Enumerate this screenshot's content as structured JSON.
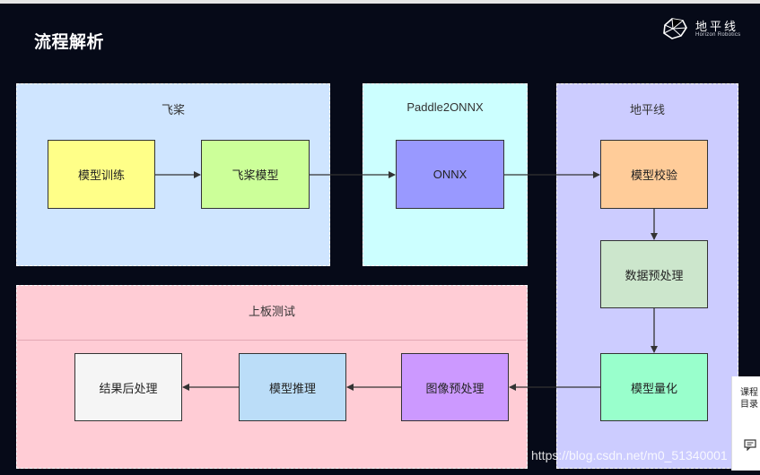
{
  "page": {
    "title": "流程解析"
  },
  "logo": {
    "text_cn": "地平线",
    "text_en": "Horizon Robotics"
  },
  "groups": {
    "paddle": "飞桨",
    "paddle2onnx": "Paddle2ONNX",
    "horizon": "地平线",
    "board": "上板测试"
  },
  "nodes": {
    "train": "模型训练",
    "paddle_model": "飞桨模型",
    "onnx": "ONNX",
    "check": "模型校验",
    "preprocess": "数据预处理",
    "quantize": "模型量化",
    "image_preprocess": "图像预处理",
    "inference": "模型推理",
    "postprocess": "结果后处理"
  },
  "edges": [
    [
      "模型训练",
      "飞桨模型"
    ],
    [
      "飞桨模型",
      "ONNX"
    ],
    [
      "ONNX",
      "模型校验"
    ],
    [
      "模型校验",
      "数据预处理"
    ],
    [
      "数据预处理",
      "模型量化"
    ],
    [
      "模型量化",
      "图像预处理"
    ],
    [
      "图像预处理",
      "模型推理"
    ],
    [
      "模型推理",
      "结果后处理"
    ]
  ],
  "side_panel": {
    "label": "课程目录",
    "icon": "comment-icon"
  },
  "watermark": "https://blog.csdn.net/m0_51340001"
}
